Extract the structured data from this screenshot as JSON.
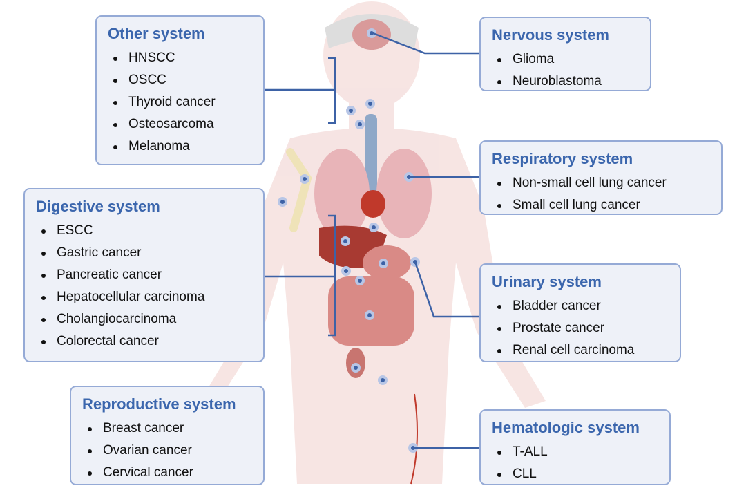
{
  "systems": {
    "other": {
      "title": "Other system",
      "items": [
        "HNSCC",
        "OSCC",
        "Thyroid cancer",
        "Osteosarcoma",
        "Melanoma"
      ]
    },
    "nervous": {
      "title": "Nervous system",
      "items": [
        "Glioma",
        "Neuroblastoma"
      ]
    },
    "respiratory": {
      "title": "Respiratory system",
      "items": [
        "Non-small cell lung cancer",
        "Small cell lung cancer"
      ]
    },
    "digestive": {
      "title": "Digestive system",
      "items": [
        "ESCC",
        "Gastric cancer",
        "Pancreatic cancer",
        "Hepatocellular carcinoma",
        "Cholangiocarcinoma",
        "Colorectal cancer"
      ]
    },
    "urinary": {
      "title": "Urinary system",
      "items": [
        "Bladder cancer",
        "Prostate cancer",
        "Renal cell carcinoma"
      ]
    },
    "reproductive": {
      "title": "Reproductive system",
      "items": [
        "Breast cancer",
        "Ovarian cancer",
        "Cervical cancer"
      ]
    },
    "hematologic": {
      "title": "Hematologic system",
      "items": [
        "T-ALL",
        "CLL"
      ]
    }
  },
  "colors": {
    "title": "#3b66ad",
    "border": "#95aad6",
    "box": "#eef1f8",
    "line": "#3d62a6"
  }
}
